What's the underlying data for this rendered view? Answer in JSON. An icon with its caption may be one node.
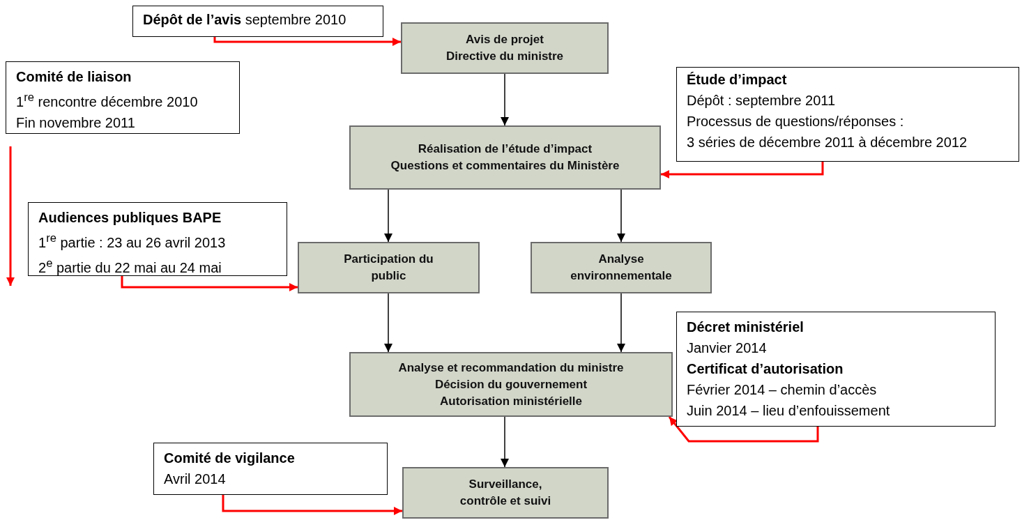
{
  "diagram": {
    "nodes": [
      {
        "text": [
          "Avis de projet",
          "Directive du ministre"
        ]
      },
      {
        "text": [
          "Réalisation de l’étude d’impact",
          "Questions et commentaires du Ministère"
        ]
      },
      {
        "text": [
          "Participation du public"
        ]
      },
      {
        "text": [
          "Analyse environnementale"
        ]
      },
      {
        "text": [
          "Analyse et recommandation du ministre",
          "Décision du gouvernement",
          "Autorisation ministérielle"
        ]
      },
      {
        "text": [
          "Surveillance, contrôle et suivi"
        ]
      },
      {
        "text": [
          "**Dépôt de l’avis** septembre 2010"
        ]
      },
      {
        "text": [
          "Comité de liaison",
          "1$^{re}$  rencontre décembre 2010",
          "Fin novembre 2011"
        ]
      },
      {
        "text": [
          "Étude d’impact",
          "Dépôt : septembre 2011",
          "Processus de questions/réponses :",
          "3 séries de décembre 2011 à décembre 2012"
        ]
      },
      {
        "text": [
          "Audiences publiques BAPE",
          "1$^{re}$ partie : 23 au 26 avril 2013",
          "2$^{e}$ partie du 22 mai au 24 mai"
        ]
      },
      {
        "text": [
          "Décret ministériel",
          "Janvier 2014",
          "Certificat d’autorisation",
          "Février 2014 – chemin d’accès",
          "Juin 2014 – lieu d’enfouissement"
        ]
      },
      {
        "text": [
          "Comité de vigilance",
          "Avril 2014"
        ]
      }
    ],
    "edges": [
      {
        "from": 0,
        "to": 1,
        "arrow": "to"
      },
      {
        "from": 1,
        "to": 2,
        "arrow": "to"
      },
      {
        "from": 1,
        "to": 3,
        "arrow": "to"
      },
      {
        "from": 2,
        "to": 4,
        "arrow": "to"
      },
      {
        "from": 3,
        "to": 4,
        "arrow": "to"
      },
      {
        "from": 4,
        "to": 5,
        "arrow": "to"
      },
      {
        "from": 6,
        "to": 0,
        "arrow": "to",
        "color": "#ff0000"
      },
      {
        "from": 8,
        "to": 1,
        "arrow": "to",
        "color": "#ff0000"
      },
      {
        "from": 9,
        "to": 2,
        "arrow": "to",
        "color": "#ff0000"
      },
      {
        "from": 10,
        "to": 4,
        "arrow": "to",
        "color": "#ff0000"
      },
      {
        "from": 11,
        "to": 5,
        "arrow": "to",
        "color": "#ff0000"
      }
    ]
  }
}
